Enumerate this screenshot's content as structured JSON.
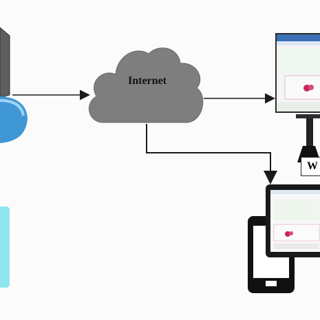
{
  "cloud": {
    "label": "Internet"
  },
  "web_label": "W",
  "colors": {
    "cloud_fill": "#7e7e7e",
    "server_blue": "#3f97d6",
    "accent_cyan": "#8fe6ee",
    "line": "#1a1a1a",
    "screen_pink": "#c8265c"
  },
  "nodes": [
    "server",
    "database",
    "internet-cloud",
    "desktop-computer",
    "tablet",
    "smartphone"
  ]
}
